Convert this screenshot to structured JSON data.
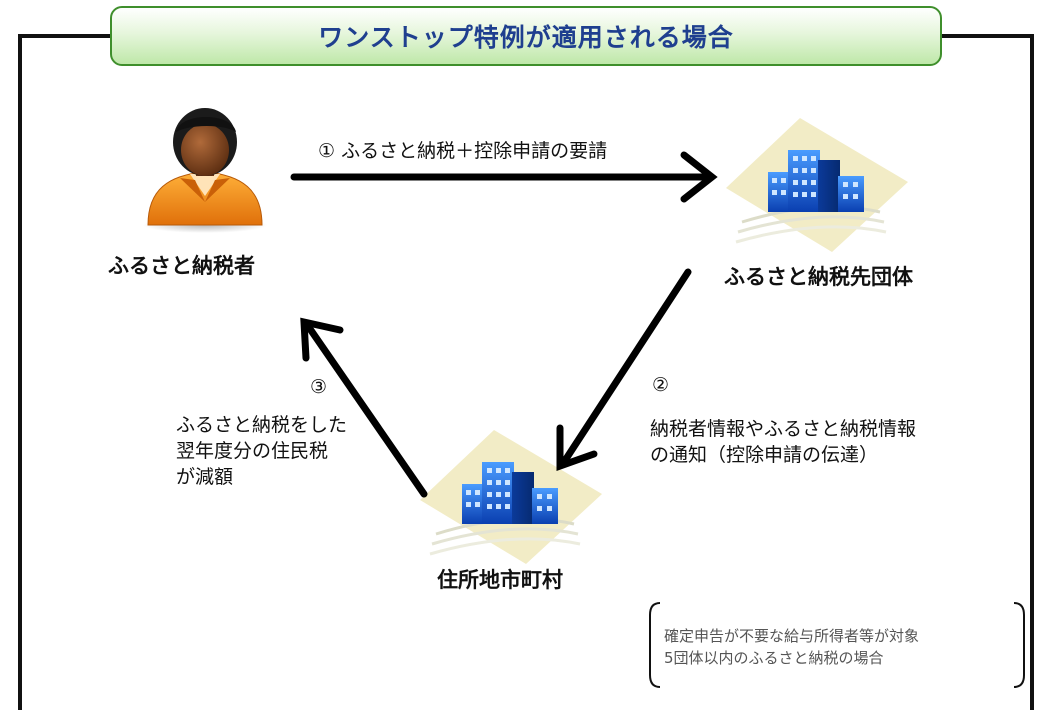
{
  "title": "ワンストップ特例が適用される場合",
  "nodes": {
    "taxpayer": "ふるさと納税者",
    "destination": "ふるさと納税先団体",
    "municipality": "住所地市町村"
  },
  "steps": {
    "step1": "①  ふるさと納税＋控除申請の要請",
    "step2_num": "②",
    "step2_line1": "納税者情報やふるさと納税情報",
    "step2_line2": "の通知（控除申請の伝達）",
    "step3_num": "③",
    "step3_line1": "ふるさと納税をした",
    "step3_line2": "翌年度分の住民税",
    "step3_line3": "が減額"
  },
  "note": {
    "line1": "確定申告が不要な給与所得者等が対象",
    "line2": "5団体以内のふるさと納税の場合"
  },
  "colors": {
    "title_text": "#1f3f8f",
    "title_border": "#3f8f2c",
    "title_fill": "#bfe8a9",
    "arrow": "#000000",
    "building": "#1e6fe0",
    "person_shirt": "#f08a10"
  },
  "icons": {
    "taxpayer": "person-icon",
    "destination": "building-icon",
    "municipality": "building-icon"
  }
}
